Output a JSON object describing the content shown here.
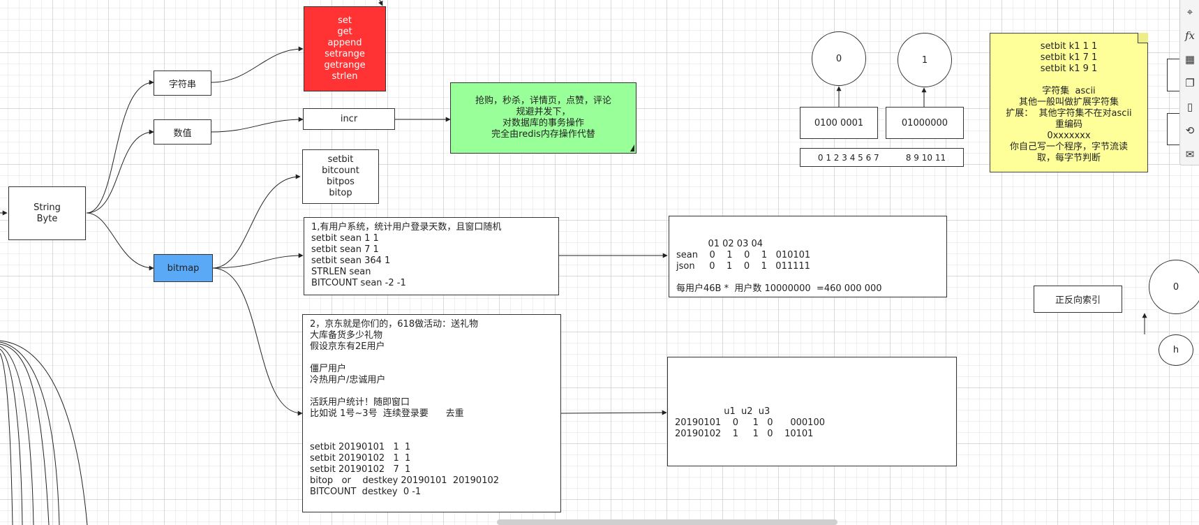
{
  "nodes": {
    "string_byte": "String\nByte",
    "zifuchuan": "字符串",
    "shuzhi": "数值",
    "bitmap": "bitmap",
    "string_cmds": "set\nget\nappend\nsetrange\ngetrange\nstrlen",
    "incr": "incr",
    "scenario_green": "抢购，秒杀，详情页，点赞，评论\n规避并发下，\n对数据库的事务操作\n完全由redis内存操作代替",
    "bit_cmds": "setbit\nbitcount\nbitpos\nbitop",
    "case1": "1,有用户系统，统计用户登录天数，且窗口随机\nsetbit sean 1 1\nsetbit sean 7 1\nsetbit sean 364 1\nSTRLEN sean\nBITCOUNT sean -2 -1",
    "case1_result": "         01 02 03 04\nsean    0    1    0    1   010101\njson     0    1    0    1   011111\n\n每用户46B *  用户数 10000000  =460 000 000",
    "case2": "2，京东就是你们的，618做活动：送礼物\n大库备货多少礼物\n假设京东有2E用户\n\n僵尸用户\n冷热用户/忠诚用户\n\n活跃用户统计！随即窗口\n比如说 1号~3号  连续登录要      去重\n\n\nsetbit 20190101   1  1\nsetbit 20190102   1  1\nsetbit 20190102   7  1\nbitop   or    destkey 20190101  20190102\nBITCOUNT  destkey  0 -1",
    "case2_result": "               u1  u2  u3\n20190101    0     1   0      000100\n20190102    1     1   0    10101",
    "circle_0": "0",
    "circle_1": "1",
    "byte_0": "0100  0001",
    "byte_1": "01000000",
    "bit_index": "0 1 2 3 4 5 6 7          8 9 10 11",
    "note": "setbit k1 1 1\nsetbit k1 7 1\nsetbit k1 9 1\n\n字符集  ascii\n其他一般叫做扩展字符集\n扩展：  其他字符集不在对ascii\n重编码\n0xxxxxxx\n你自己写一个程序，字节流读\n取，每字节判断",
    "index_box": "正反向索引",
    "circle_0b": "0",
    "circle_h": "h"
  },
  "toolbar": {
    "icons": [
      "crosshair-icon",
      "function-icon",
      "calendar-icon",
      "copy-icon",
      "page-icon",
      "history-icon",
      "comment-icon"
    ]
  },
  "colors": {
    "red": "#ff3333",
    "green": "#99ff99",
    "blue": "#5aa9f7",
    "note": "#ffff99"
  }
}
